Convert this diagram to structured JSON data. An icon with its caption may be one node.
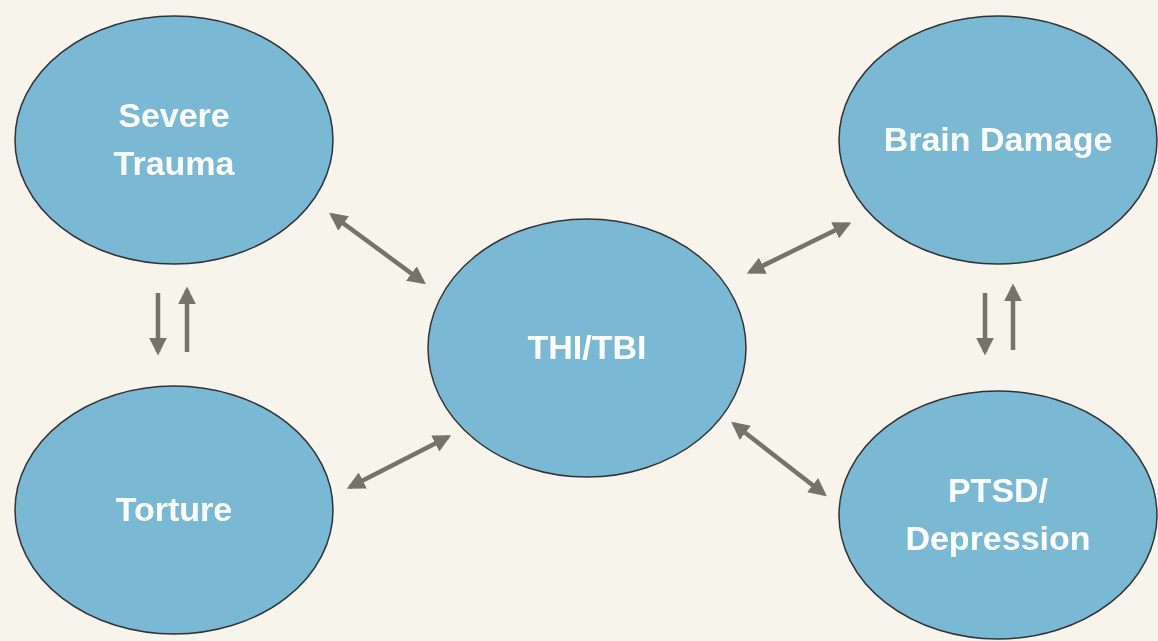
{
  "diagram": {
    "nodes": [
      {
        "text": [
          "Severe Trauma"
        ]
      },
      {
        "text": [
          "Brain Damage"
        ]
      },
      {
        "text": [
          "THI/TBI"
        ]
      },
      {
        "text": [
          "Torture"
        ]
      },
      {
        "text": [
          "PTSD/ Depression"
        ]
      }
    ],
    "edges": [
      {
        "from": 0,
        "to": 2,
        "arrow": "both"
      },
      {
        "from": 1,
        "to": 2,
        "arrow": "both"
      },
      {
        "from": 3,
        "to": 2,
        "arrow": "both"
      },
      {
        "from": 4,
        "to": 2,
        "arrow": "both"
      },
      {
        "from": 0,
        "to": 3,
        "arrow": "to"
      },
      {
        "from": 3,
        "to": 0,
        "arrow": "to"
      },
      {
        "from": 1,
        "to": 4,
        "arrow": "to"
      },
      {
        "from": 4,
        "to": 1,
        "arrow": "to"
      }
    ]
  }
}
